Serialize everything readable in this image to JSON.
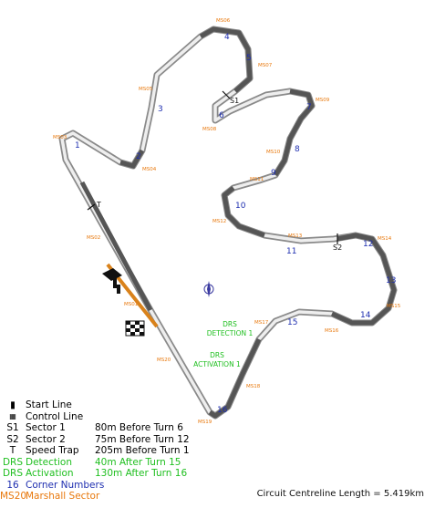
{
  "colors": {
    "track_outer": "#8a8a8a",
    "track_inner": "#e9e9e9",
    "sector_dark": "#555555",
    "pit_lane": "#d9821b",
    "corner_numbers": "#1f2fb0",
    "marshall": "#e8780c",
    "drs": "#1fbf1f"
  },
  "corners": [
    "1",
    "2",
    "3",
    "4",
    "5",
    "6",
    "7",
    "8",
    "9",
    "10",
    "11",
    "12",
    "13",
    "14",
    "15",
    "16"
  ],
  "marshall_sectors": [
    "MS01",
    "MS02",
    "MS03",
    "MS04",
    "MS05",
    "MS06",
    "MS07",
    "MS08",
    "MS09",
    "MS10",
    "MS11",
    "MS12",
    "MS13",
    "MS14",
    "MS15",
    "MS16",
    "MS17",
    "MS18",
    "MS19",
    "MS20"
  ],
  "track_markers": {
    "s1": "S1",
    "s2": "S2",
    "t": "T"
  },
  "drs_zones": {
    "detection": [
      "DRS",
      "DETECTION 1"
    ],
    "activation": [
      "DRS",
      "ACTIVATION 1"
    ]
  },
  "legend": [
    {
      "symbol": "",
      "icon": "start-line-icon",
      "label": "Start Line",
      "desc": ""
    },
    {
      "symbol": "",
      "icon": "control-line-icon",
      "label": "Control Line",
      "desc": ""
    },
    {
      "symbol": "S1",
      "label": "Sector 1",
      "desc": "80m Before Turn 6"
    },
    {
      "symbol": "S2",
      "label": "Sector 2",
      "desc": "75m Before Turn 12"
    },
    {
      "symbol": "T",
      "label": "Speed Trap",
      "desc": "205m Before Turn 1"
    },
    {
      "symbol": "DRS",
      "label": "Detection",
      "desc": "40m After Turn 15"
    },
    {
      "symbol": "DRS",
      "label": "Activation",
      "desc": "130m After Turn 16"
    },
    {
      "symbol": "16",
      "label": "Corner Numbers",
      "desc": ""
    },
    {
      "symbol": "MS20",
      "label": "Marshall Sector",
      "desc": ""
    }
  ],
  "footer": "Circuit Centreline Length = 5.419km"
}
